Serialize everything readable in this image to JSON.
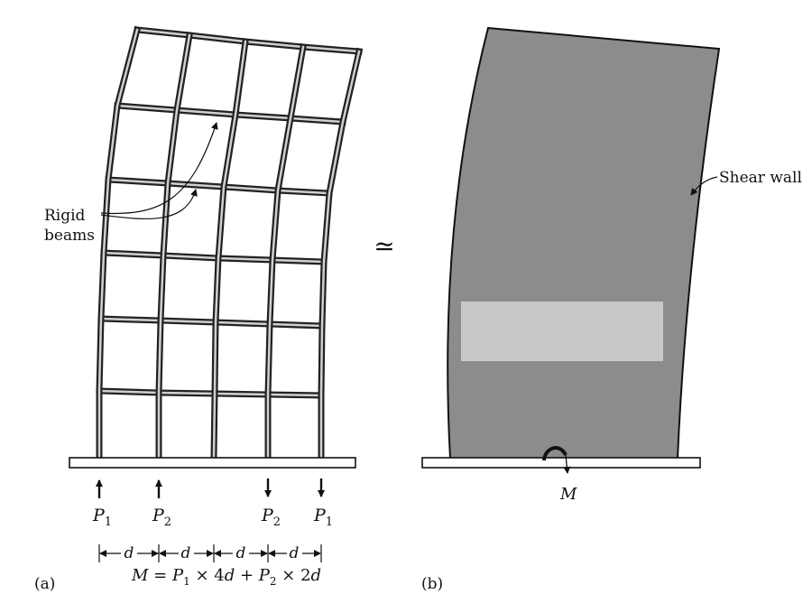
{
  "panel_a": {
    "caption": "(a)",
    "callout": {
      "line1": "Rigid",
      "line2": "beams"
    },
    "loads": [
      {
        "symbol": "P",
        "sub": "1",
        "direction": "up"
      },
      {
        "symbol": "P",
        "sub": "2",
        "direction": "up"
      },
      {
        "symbol": "P",
        "sub": "2",
        "direction": "down"
      },
      {
        "symbol": "P",
        "sub": "1",
        "direction": "down"
      }
    ],
    "spacing_labels": [
      "d",
      "d",
      "d",
      "d"
    ],
    "moment_equation": {
      "lhs": "M",
      "eq": " = ",
      "p1": "P",
      "p1_sub": "1",
      "times1": " × 4",
      "d1": "d",
      "plus": " + ",
      "p2": "P",
      "p2_sub": "2",
      "times2": " × 2",
      "d2": "d"
    }
  },
  "approx_symbol": "≃",
  "panel_b": {
    "caption": "(b)",
    "wall_label": "Shear wall",
    "moment_label": "M"
  },
  "colors": {
    "frame_member": "#d0d0d0",
    "frame_outline": "#222222",
    "wall_fill": "#8c8c8c",
    "wall_highlight": "#c8c8c8",
    "base": "#ffffff"
  }
}
